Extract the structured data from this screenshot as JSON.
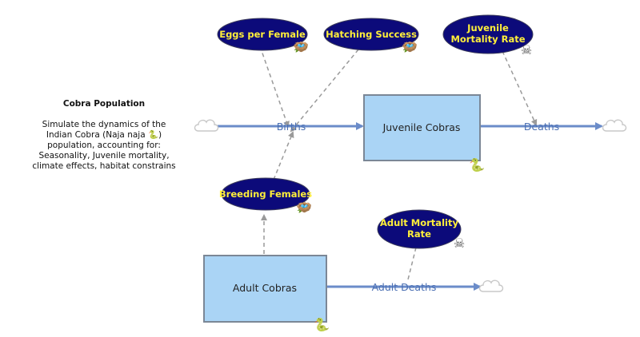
{
  "description": {
    "title": "Cobra Population",
    "line1": "Simulate the dynamics of the",
    "line2a": "Indian Cobra (Naja naja ",
    "line2b": ")",
    "line3": "population, accounting for:",
    "line4": "Seasonality, Juvenile mortality,",
    "line5": "climate effects, habitat constrains"
  },
  "stocks": {
    "juvenile": "Juvenile Cobras",
    "adult": "Adult Cobras"
  },
  "flows": {
    "births": "Births",
    "deaths": "Deaths",
    "adult_deaths": "Adult Deaths"
  },
  "auxiliaries": {
    "eggs_per_female": "Eggs per Female",
    "hatching_success": "Hatching Success",
    "juvenile_mortality_1": "Juvenile",
    "juvenile_mortality_2": "Mortality Rate",
    "breeding_females": "Breeding Females",
    "adult_mortality_1": "Adult Mortality",
    "adult_mortality_2": "Rate"
  },
  "icons": {
    "snake": "🐍",
    "nest": "🪺",
    "skull": "☠",
    "cloud": "cloud-icon"
  },
  "colors": {
    "flow": "#6b8cc9",
    "stock_fill": "#aad4f5",
    "stock_border": "#7b8796",
    "aux_fill": "#0c0a7a",
    "aux_text": "#ffef3a",
    "link": "#9a9a9a"
  }
}
